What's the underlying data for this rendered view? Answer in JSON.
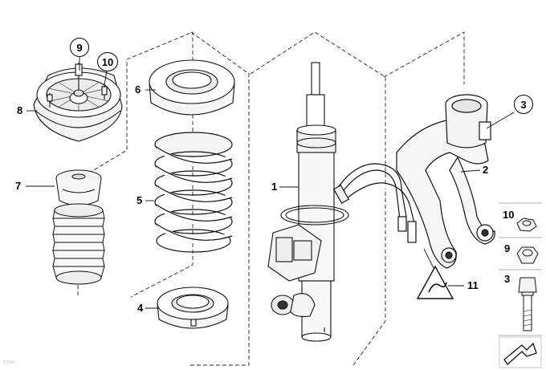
{
  "callouts": {
    "c1": "1",
    "c2": "2",
    "c3": "3",
    "c4": "4",
    "c5": "5",
    "c6": "6",
    "c7": "7",
    "c8": "8",
    "c9": "9",
    "c10": "10",
    "c11": "11"
  },
  "side_parts": {
    "s10": "10",
    "s9": "9",
    "s3": "3"
  },
  "footer": "bmw..."
}
